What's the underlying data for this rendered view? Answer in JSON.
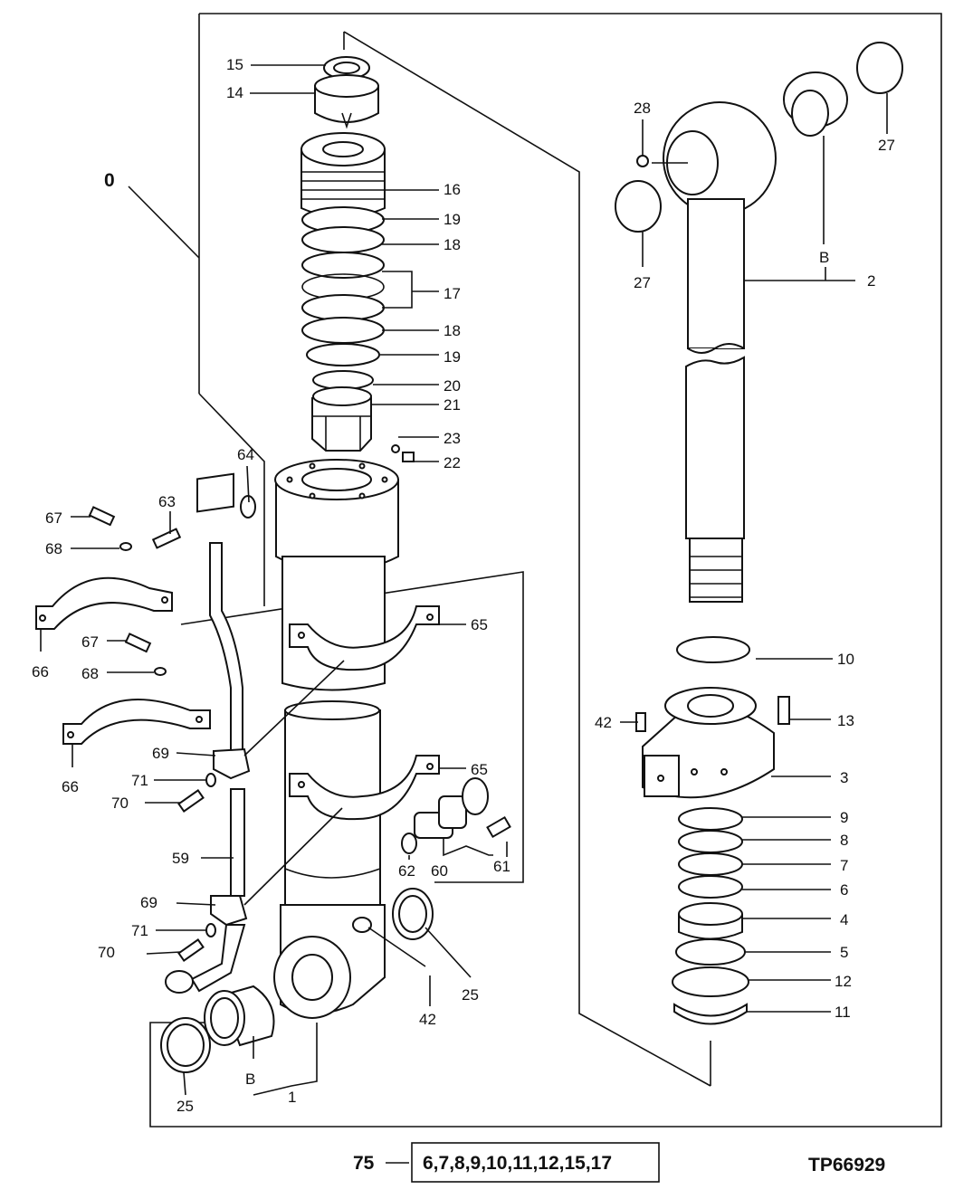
{
  "figure_id": "TP66929",
  "kit": {
    "number": "75",
    "contents": "6,7,8,9,10,11,12,15,17"
  },
  "assembly_label": "0",
  "callouts": [
    "1",
    "2",
    "3",
    "4",
    "5",
    "6",
    "7",
    "8",
    "9",
    "10",
    "11",
    "12",
    "13",
    "14",
    "15",
    "16",
    "17",
    "18",
    "18",
    "19",
    "19",
    "20",
    "21",
    "22",
    "23",
    "25",
    "25",
    "27",
    "27",
    "28",
    "42",
    "42",
    "59",
    "60",
    "61",
    "62",
    "63",
    "64",
    "65",
    "65",
    "66",
    "66",
    "67",
    "67",
    "68",
    "68",
    "69",
    "69",
    "70",
    "70",
    "71",
    "71",
    "B",
    "B"
  ]
}
